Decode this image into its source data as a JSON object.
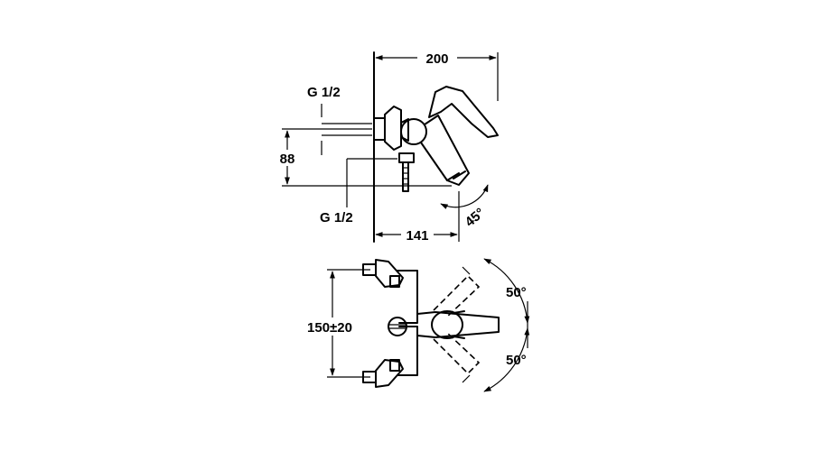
{
  "side_view": {
    "dim_width": "200",
    "dim_depth": "141",
    "dim_height": "88",
    "thread_top": "G 1/2",
    "thread_bottom": "G 1/2",
    "angle": "45°"
  },
  "top_view": {
    "dim_spacing": "150±20",
    "angle_upper": "50°",
    "angle_lower": "50°"
  },
  "colors": {
    "line": "#000000",
    "background": "#ffffff"
  }
}
